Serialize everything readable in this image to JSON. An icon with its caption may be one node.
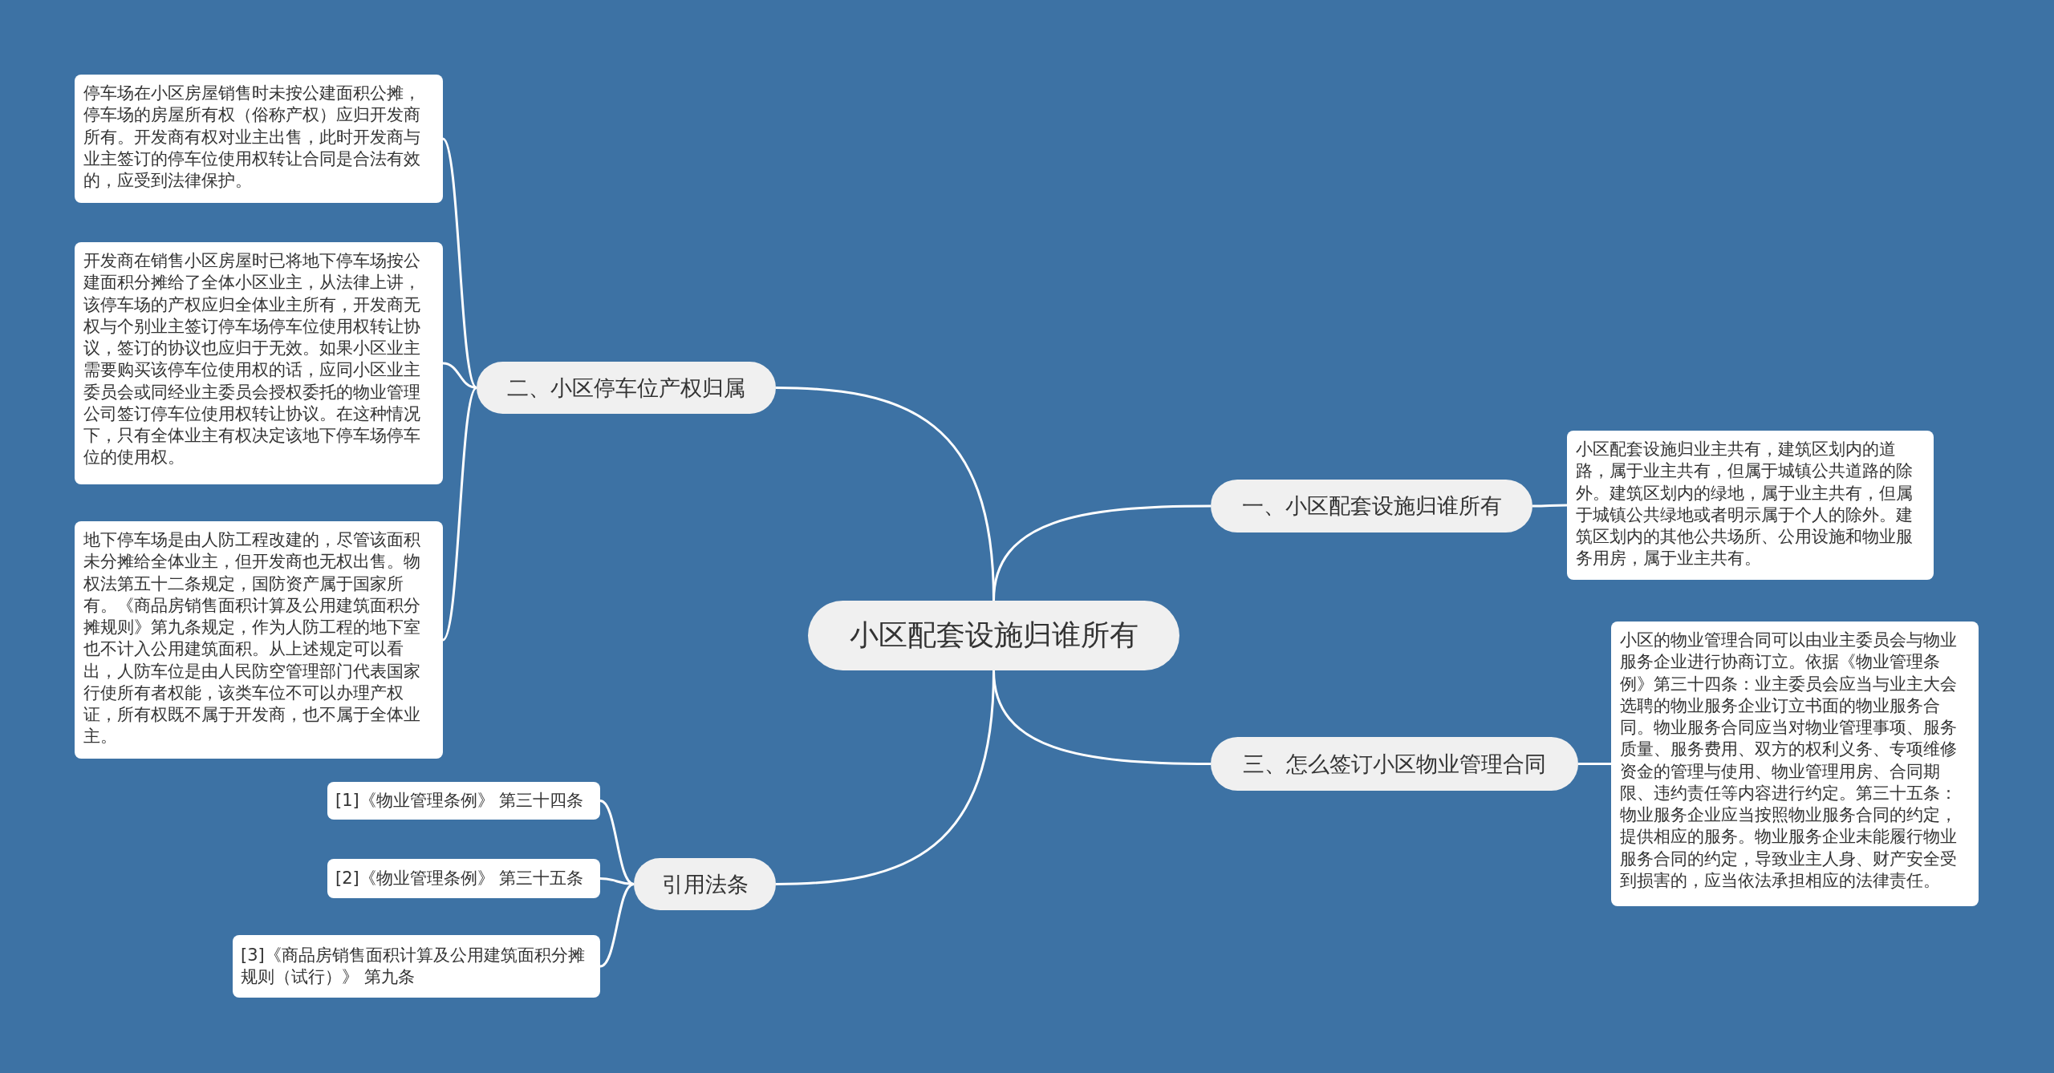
{
  "diagram": {
    "nodes": [
      {
        "text": [
          "小区配套设施归谁所有"
        ]
      },
      {
        "text": [
          "二、小区停车位产权归属"
        ]
      },
      {
        "text": [
          "停车场在小区房屋销售时未按公建面积公摊，停车场的房屋所有权（俗称产权）应归开发商所有。开发商有权对业主出售，此时开发商与业主签订的停车位使用权转让合同是合法有效的，应受到法律保护。"
        ]
      },
      {
        "text": [
          "开发商在销售小区房屋时已将地下停车场按公建面积分摊给了全体小区业主，从法律上讲，该停车场的产权应归全体业主所有，开发商无权与个别业主签订停车场停车位使用权转让协议，签订的协议也应归于无效。如果小区业主需要购买该停车位使用权的话，应同小区业主委员会或同经业主委员会授权委托的物业管理公司签订停车位使用权转让协议。在这种情况下，只有全体业主有权决定该地下停车场停车位的使用权。"
        ]
      },
      {
        "text": [
          "地下停车场是由人防工程改建的，尽管该面积未分摊给全体业主，但开发商也无权出售。物权法第五十二条规定，国防资产属于国家所有。《商品房销售面积计算及公用建筑面积分摊规则》第九条规定，作为人防工程的地下室也不计入公用建筑面积。从上述规定可以看出，人防车位是由人民防空管理部门代表国家行使所有者权能，该类车位不可以办理产权证，所有权既不属于开发商，也不属于全体业主。"
        ]
      },
      {
        "text": [
          "一、小区配套设施归谁所有"
        ]
      },
      {
        "text": [
          "小区配套设施归业主共有，建筑区划内的道路，属于业主共有，但属于城镇公共道路的除外。建筑区划内的绿地，属于业主共有，但属于城镇公共绿地或者明示属于个人的除外。建筑区划内的其他公共场所、公用设施和物业服务用房，属于业主共有。"
        ]
      },
      {
        "text": [
          "三、怎么签订小区物业管理合同"
        ]
      },
      {
        "text": [
          "小区的物业管理合同可以由业主委员会与物业服务企业进行协商订立。依据《物业管理条例》第三十四条：业主委员会应当与业主大会选聘的物业服务企业订立书面的物业服务合同。物业服务合同应当对物业管理事项、服务质量、服务费用、双方的权利义务、专项维修资金的管理与使用、物业管理用房、合同期限、违约责任等内容进行约定。第三十五条：物业服务企业应当按照物业服务合同的约定，提供相应的服务。物业服务企业未能履行物业服务合同的约定，导致业主人身、财产安全受到损害的，应当依法承担相应的法律责任。"
        ]
      },
      {
        "text": [
          "引用法条"
        ]
      },
      {
        "text": [
          "[1]《物业管理条例》 第三十四条"
        ]
      },
      {
        "text": [
          "[2]《物业管理条例》 第三十五条"
        ]
      },
      {
        "text": [
          "[3]《商品房销售面积计算及公用建筑面积分摊规则（试行）》 第九条"
        ]
      }
    ],
    "edges": [
      {
        "from": 0,
        "to": 1,
        "arrow": "none"
      },
      {
        "from": 1,
        "to": 2,
        "arrow": "none"
      },
      {
        "from": 1,
        "to": 3,
        "arrow": "none"
      },
      {
        "from": 1,
        "to": 4,
        "arrow": "none"
      },
      {
        "from": 0,
        "to": 5,
        "arrow": "none"
      },
      {
        "from": 5,
        "to": 6,
        "arrow": "none"
      },
      {
        "from": 0,
        "to": 7,
        "arrow": "none"
      },
      {
        "from": 7,
        "to": 8,
        "arrow": "none"
      },
      {
        "from": 0,
        "to": 9,
        "arrow": "none"
      },
      {
        "from": 9,
        "to": 10,
        "arrow": "none"
      },
      {
        "from": 9,
        "to": 11,
        "arrow": "none"
      },
      {
        "from": 9,
        "to": 12,
        "arrow": "none"
      }
    ]
  }
}
